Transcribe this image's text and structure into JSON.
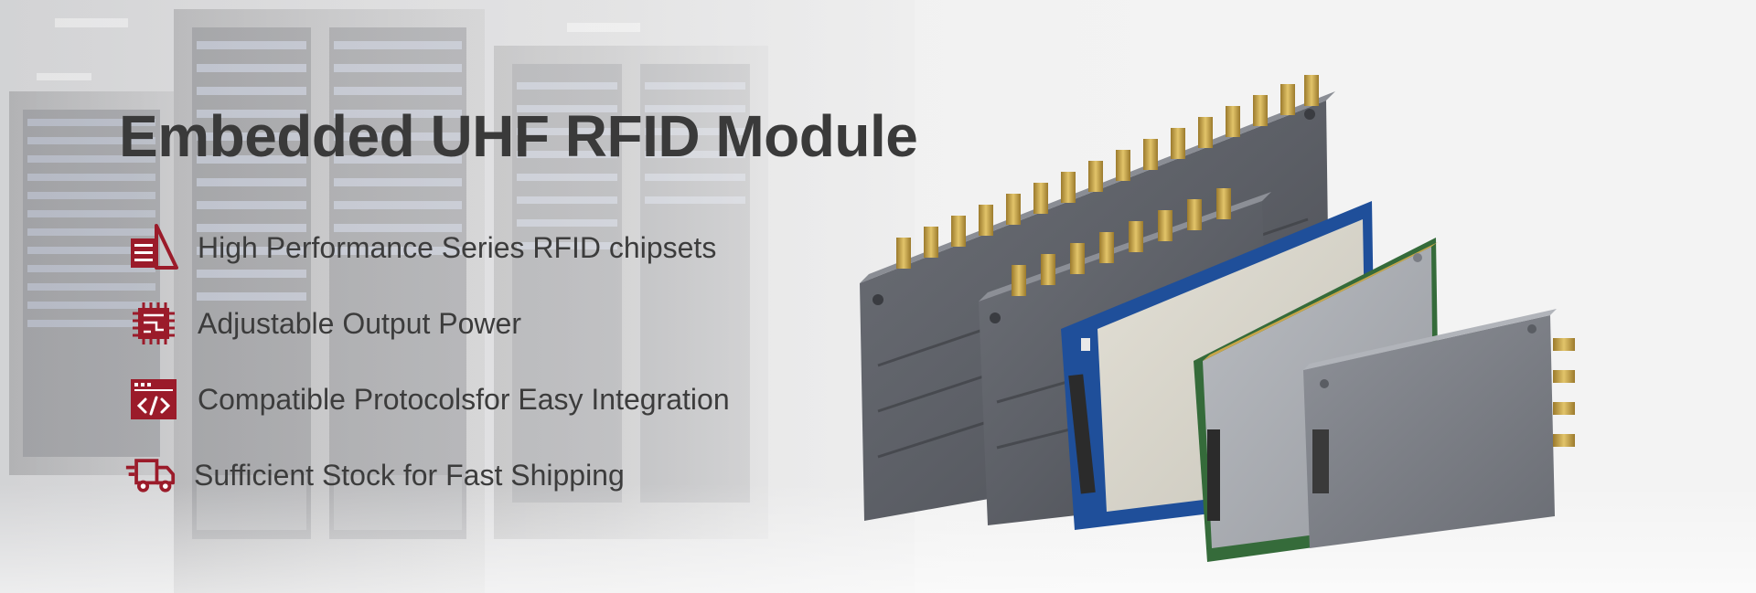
{
  "banner": {
    "title": "Embedded UHF RFID Module",
    "accent_color": "#9b1b2a",
    "features": [
      {
        "icon": "chip-stack-icon",
        "text": "High Performance Series RFID chipsets"
      },
      {
        "icon": "processor-icon",
        "text": "Adjustable Output Power"
      },
      {
        "icon": "code-window-icon",
        "text": "Compatible Protocolsfor Easy Integration"
      },
      {
        "icon": "delivery-truck-icon",
        "text": "Sufficient Stock for Fast Shipping"
      }
    ]
  }
}
